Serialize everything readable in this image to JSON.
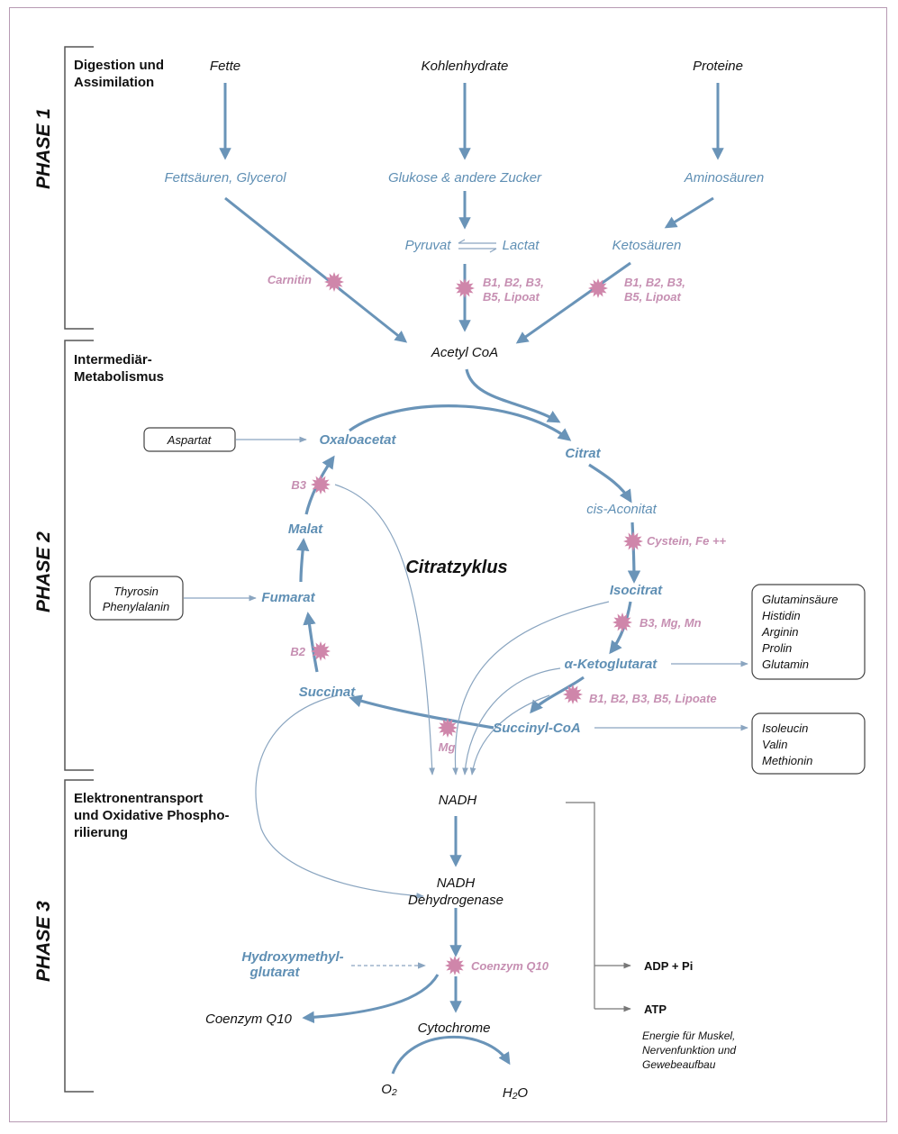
{
  "sections": {
    "digestion": [
      "Digestion und",
      "Assimilation"
    ],
    "intermediary": [
      "Intermediär-",
      "Metabolismus"
    ],
    "electron": [
      "Elektronentransport",
      "und Oxidative Phospho-",
      "rilierung"
    ]
  },
  "phases": [
    "PHASE 1",
    "PHASE 2",
    "PHASE 3"
  ],
  "phase1": {
    "fette": "Fette",
    "kohlenhydrate": "Kohlenhydrate",
    "proteine": "Proteine",
    "fettsaeuren": "Fettsäuren, Glycerol",
    "glukose": "Glukose & andere Zucker",
    "aminosaeuren": "Aminosäuren",
    "pyruvat": "Pyruvat",
    "lactat": "Lactat",
    "ketosaeuren": "Ketosäuren",
    "carnitin": "Carnitin",
    "cof_pyruvat": [
      "B1, B2, B3,",
      "B5, Lipoat"
    ],
    "cof_keto": [
      "B1, B2, B3,",
      "B5, Lipoat"
    ],
    "acetyl": "Acetyl CoA"
  },
  "cycle": {
    "title": "Citratzyklus",
    "oxaloacetat": "Oxaloacetat",
    "citrat": "Citrat",
    "cis_aconitat": "cis-Aconitat",
    "isocitrat": "Isocitrat",
    "ketoglutarat": "α-Ketoglutarat",
    "succinyl": "Succinyl-CoA",
    "succinat": "Succinat",
    "fumarat": "Fumarat",
    "malat": "Malat",
    "cof_b3": "B3",
    "cof_b2": "B2",
    "cof_mg": "Mg",
    "cof_cystein": "Cystein, Fe ++",
    "cof_iso": "B3, Mg, Mn",
    "cof_keto": "B1, B2, B3, B5, Lipoate",
    "aspartat": "Aspartat",
    "thyrosin": [
      "Thyrosin",
      "Phenylalanin"
    ],
    "glutamin_box": [
      "Glutaminsäure",
      "Histidin",
      "Arginin",
      "Prolin",
      "Glutamin"
    ],
    "isoleucin_box": [
      "Isoleucin",
      "Valin",
      "Methionin"
    ]
  },
  "phase3": {
    "nadh": "NADH",
    "nadh_dh": [
      "NADH",
      "Dehydrogenase"
    ],
    "hydroxy": [
      "Hydroxymethyl-",
      "glutarat"
    ],
    "coq10_cof": "Coenzym Q10",
    "cytochrome": "Cytochrome",
    "coq10": "Coenzym Q10",
    "o2": "O₂",
    "h2o": "H₂O",
    "adp": "ADP + Pi",
    "atp": "ATP",
    "energy": [
      "Energie für Muskel,",
      "Nervenfunktion und",
      "Gewebeaufbau"
    ]
  },
  "colors": {
    "arrow_blue": "#6a94b8",
    "text_blue": "#5f8fb4",
    "cofactor_pink": "#c68fb2",
    "starburst": "#cf86aa"
  }
}
